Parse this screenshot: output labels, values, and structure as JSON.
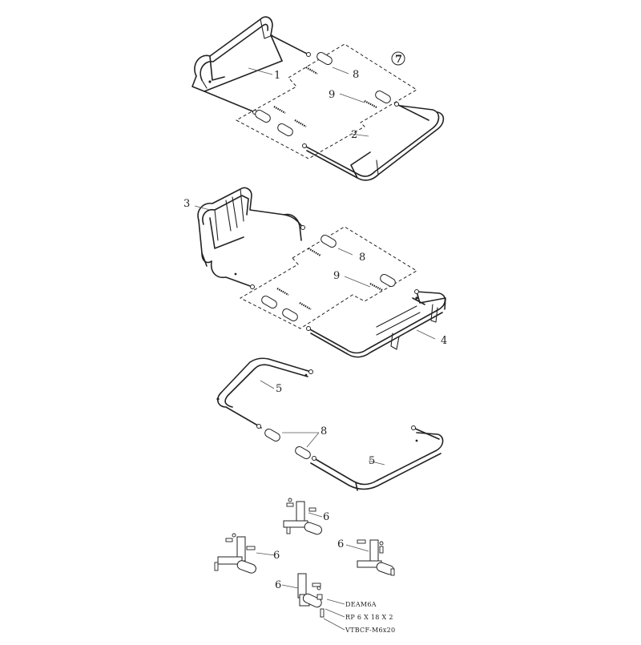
{
  "diagram": {
    "part_numbers": {
      "p1": "1",
      "p2": "2",
      "p3": "3",
      "p4": "4",
      "p5a": "5",
      "p5b": "5",
      "p6a": "6",
      "p6b": "6",
      "p6c": "6",
      "p6d": "6",
      "p7": "7",
      "p8a": "8",
      "p8b": "8",
      "p8c": "8",
      "p9a": "9",
      "p9b": "9"
    },
    "hardware_labels": {
      "nut": "DEAM6A",
      "washer": "RP 6 X 18 X  2",
      "screw": "VTBCF-M6x20"
    }
  }
}
